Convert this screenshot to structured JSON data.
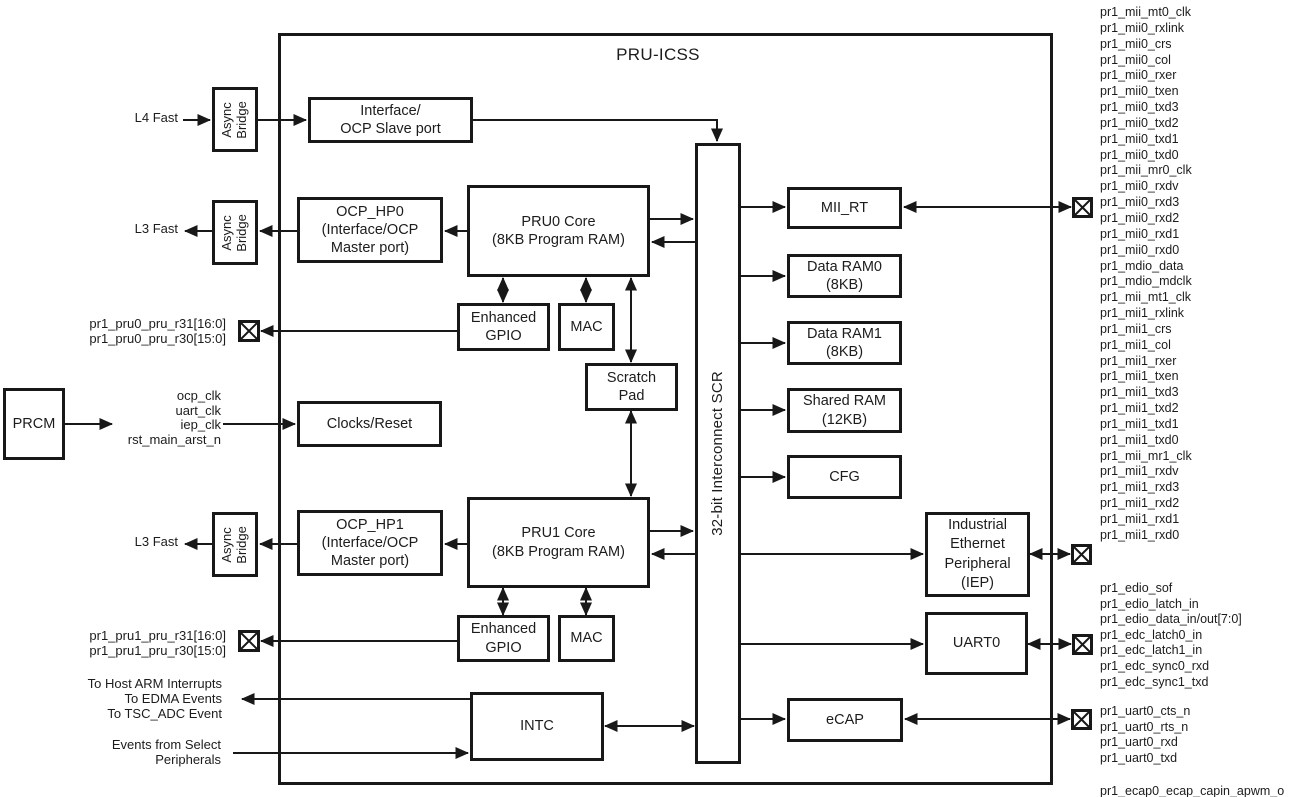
{
  "title": "PRU-ICSS",
  "icons": {
    "io_pad": "crossed-box"
  },
  "boxes": {
    "prcm": "PRCM",
    "async_bridge": "Async\nBridge",
    "interface_ocp_slave": "Interface/\nOCP Slave port",
    "ocp_hp0": "OCP_HP0\n(Interface/OCP\nMaster port)",
    "pru0_core": "PRU0 Core\n(8KB Program RAM)",
    "enhanced_gpio": "Enhanced\nGPIO",
    "mac": "MAC",
    "scratch_pad": "Scratch\nPad",
    "clocks_reset": "Clocks/Reset",
    "ocp_hp1": "OCP_HP1\n(Interface/OCP\nMaster port)",
    "pru1_core": "PRU1 Core\n(8KB Program RAM)",
    "intc": "INTC",
    "interconnect_scr": "32-bit Interconnect SCR",
    "mii_rt": "MII_RT",
    "data_ram0": "Data RAM0\n(8KB)",
    "data_ram1": "Data RAM1\n(8KB)",
    "shared_ram": "Shared RAM\n(12KB)",
    "cfg": "CFG",
    "iep": "Industrial\nEthernet\nPeripheral\n(IEP)",
    "uart0": "UART0",
    "ecap": "eCAP"
  },
  "left_labels": {
    "l4_fast": "L4 Fast",
    "l3_fast_top": "L3 Fast",
    "l3_fast_bottom": "L3 Fast",
    "pru0_regs": "pr1_pru0_pru_r31[16:0]\npr1_pru0_pru_r30[15:0]",
    "clock_signals": "ocp_clk\nuart_clk\niep_clk\nrst_main_arst_n",
    "pru1_regs": "pr1_pru1_pru_r31[16:0]\npr1_pru1_pru_r30[15:0]",
    "interrupt_outputs": "To Host ARM Interrupts\nTo EDMA Events\nTo TSC_ADC Event",
    "events_input": "Events from Select\nPeripherals"
  },
  "right_signals": {
    "mii_group": [
      "pr1_mii_mt0_clk",
      "pr1_mii0_rxlink",
      "pr1_mii0_crs",
      "pr1_mii0_col",
      "pr1_mii0_rxer",
      "pr1_mii0_txen",
      "pr1_mii0_txd3",
      "pr1_mii0_txd2",
      "pr1_mii0_txd1",
      "pr1_mii0_txd0",
      "pr1_mii_mr0_clk",
      "pr1_mii0_rxdv",
      "pr1_mii0_rxd3",
      "pr1_mii0_rxd2",
      "pr1_mii0_rxd1",
      "pr1_mii0_rxd0",
      "pr1_mdio_data",
      "pr1_mdio_mdclk",
      "pr1_mii_mt1_clk",
      "pr1_mii1_rxlink",
      "pr1_mii1_crs",
      "pr1_mii1_col",
      "pr1_mii1_rxer",
      "pr1_mii1_txen",
      "pr1_mii1_txd3",
      "pr1_mii1_txd2",
      "pr1_mii1_txd1",
      "pr1_mii1_txd0",
      "pr1_mii_mr1_clk",
      "pr1_mii1_rxdv",
      "pr1_mii1_rxd3",
      "pr1_mii1_rxd2",
      "pr1_mii1_rxd1",
      "pr1_mii1_rxd0"
    ],
    "edio_group": [
      "pr1_edio_sof",
      "pr1_edio_latch_in",
      "pr1_edio_data_in/out[7:0]",
      "pr1_edc_latch0_in",
      "pr1_edc_latch1_in",
      "pr1_edc_sync0_rxd",
      "pr1_edc_sync1_txd"
    ],
    "uart_group": [
      "pr1_uart0_cts_n",
      "pr1_uart0_rts_n",
      "pr1_uart0_rxd",
      "pr1_uart0_txd"
    ],
    "ecap_group": [
      "pr1_ecap0_ecap_capin_apwm_o"
    ]
  },
  "colors": {
    "line": "#181818",
    "background": "#ffffff",
    "text": "#1c1c1c"
  }
}
